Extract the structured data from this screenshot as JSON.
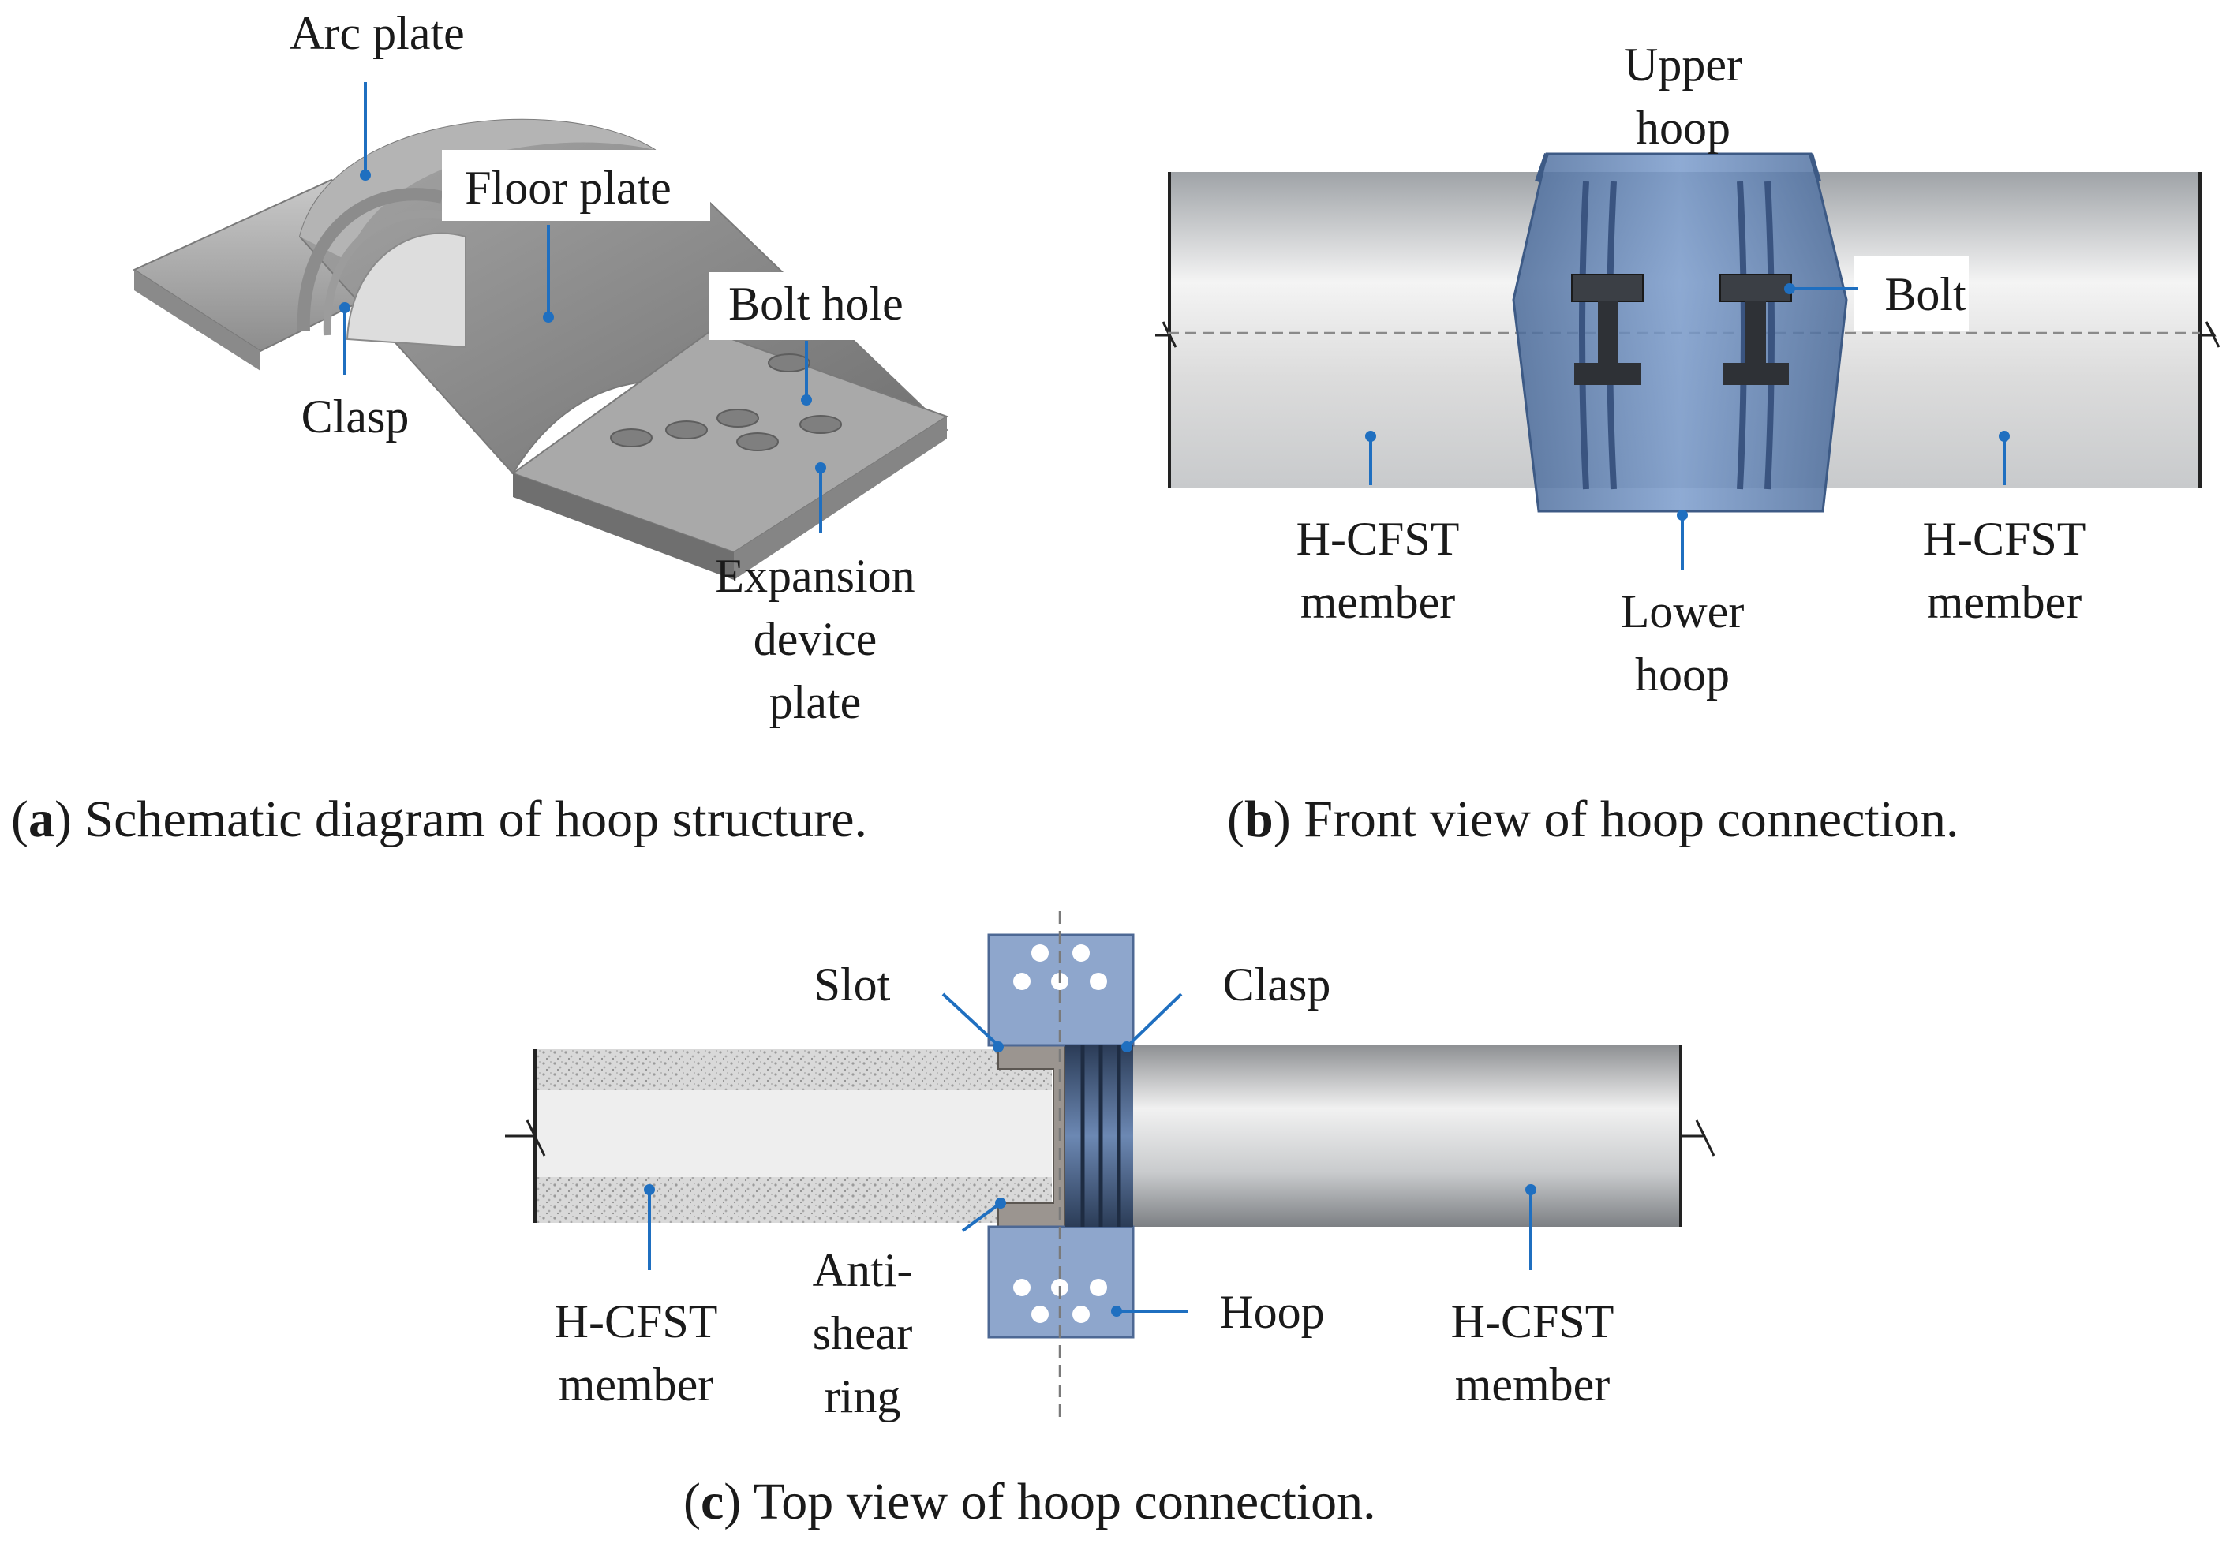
{
  "panel_a": {
    "labels": {
      "arc_plate": "Arc plate",
      "floor_plate": "Floor plate",
      "bolt_hole": "Bolt hole",
      "clasp": "Clasp",
      "expansion_line1": "Expansion",
      "expansion_line2": "device",
      "expansion_line3": "plate"
    },
    "caption_letter": "a",
    "caption_text": "Schematic diagram of hoop structure."
  },
  "panel_b": {
    "labels": {
      "upper_hoop_line1": "Upper",
      "upper_hoop_line2": "hoop",
      "bolt": "Bolt",
      "member_left_line1": "H-CFST",
      "member_left_line2": "member",
      "lower_hoop_line1": "Lower",
      "lower_hoop_line2": "hoop",
      "member_right_line1": "H-CFST",
      "member_right_line2": "member"
    },
    "caption_letter": "b",
    "caption_text": "Front view of hoop connection."
  },
  "panel_c": {
    "labels": {
      "slot": "Slot",
      "clasp": "Clasp",
      "anti_line1": "Anti-",
      "anti_line2": "shear",
      "anti_line3": "ring",
      "hoop": "Hoop",
      "member_left_line1": "H-CFST",
      "member_left_line2": "member",
      "member_right_line1": "H-CFST",
      "member_right_line2": "member"
    },
    "caption_letter": "c",
    "caption_text": "Top view of hoop connection."
  },
  "colors": {
    "leader": "#1f6fc0",
    "hoop_blue": "#5f82b4",
    "steel_gray": "#b9bcc0"
  }
}
